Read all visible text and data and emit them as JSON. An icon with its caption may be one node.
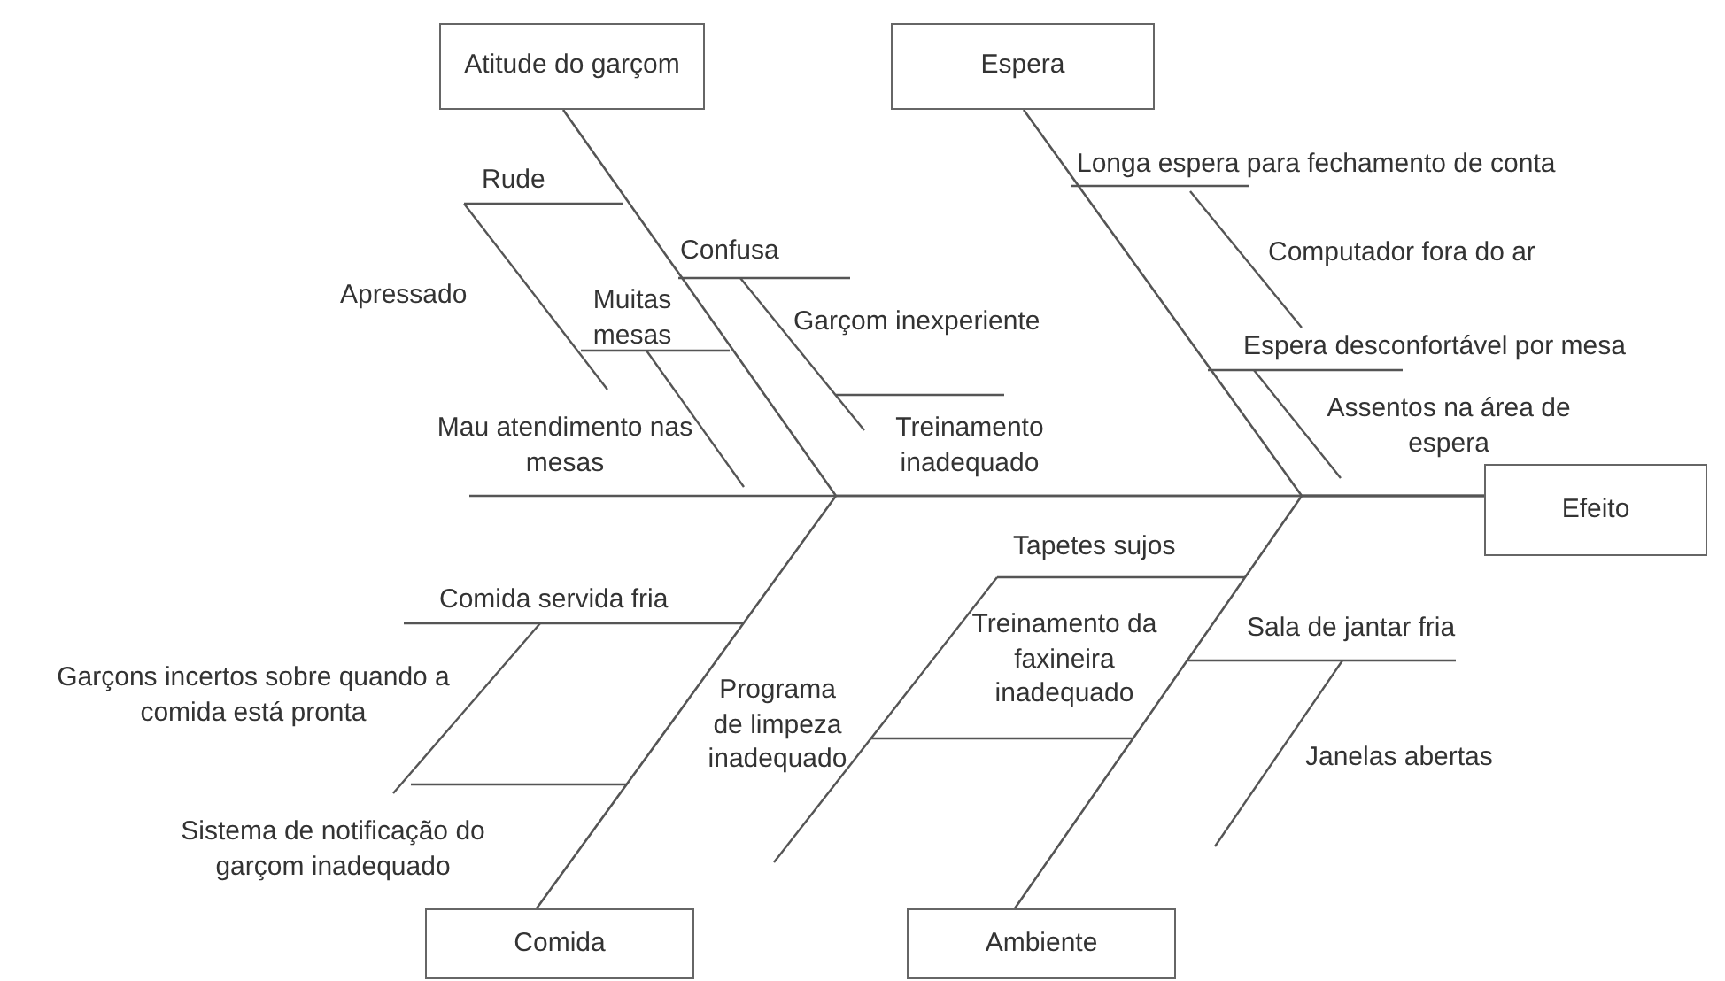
{
  "diagram": {
    "nodes": [
      {
        "text": [
          "Atitude do garçom"
        ]
      },
      {
        "text": [
          "Espera"
        ]
      },
      {
        "text": [
          "Efeito"
        ]
      },
      {
        "text": [
          "Comida"
        ]
      },
      {
        "text": [
          "Ambiente"
        ]
      }
    ],
    "edges": [
      {
        "from": 0,
        "to": 2,
        "arrow": "none"
      },
      {
        "from": 1,
        "to": 2,
        "arrow": "none"
      },
      {
        "from": 3,
        "to": 2,
        "arrow": "none"
      },
      {
        "from": 4,
        "to": 2,
        "arrow": "none"
      }
    ],
    "labels": [
      "Rude",
      "Confusa",
      "Apressado",
      "Muitas mesas",
      "Garçom inexperiente",
      "Mau atendimento nas mesas",
      "Treinamento inadequado",
      "Longa espera para fechamento de conta",
      "Computador fora do ar",
      "Espera desconfortável por mesa",
      "Assentos na área de espera",
      "Tapetes sujos",
      "Comida servida fria",
      "Treinamento da faxineira inadequado",
      "Sala de jantar fria",
      "Garçons incertos sobre quando a comida está pronta",
      "Programa de limpeza inadequado",
      "Janelas abertas",
      "Sistema de notificação do garçom inadequado"
    ]
  }
}
